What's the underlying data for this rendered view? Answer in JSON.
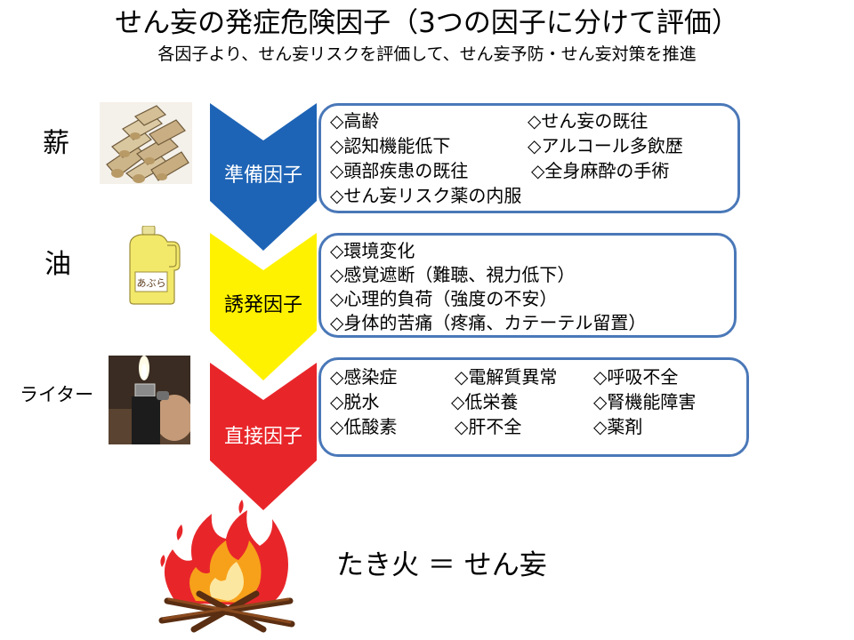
{
  "title": "せん妄の発症危険因子（3つの因子に分けて評価）",
  "subtitle": "各因子より、せん妄リスクを評価して、せん妄予防・せん妄対策を推進",
  "colors": {
    "predisposing_arrow": "#1e64b6",
    "precipitating_arrow": "#fff200",
    "direct_arrow": "#e8262a",
    "box_border": "#4a78b8"
  },
  "rows": [
    {
      "side_label": "薪",
      "image": "firewood-icon",
      "factor": "準備因子",
      "items": [
        "◇高齢",
        "◇せん妄の既往",
        "◇認知機能低下",
        "◇アルコール多飲歴",
        "◇頭部疾患の既往",
        "◇全身麻酔の手術",
        "◇せん妄リスク薬の内服"
      ]
    },
    {
      "side_label": "油",
      "image": "oil-bottle-icon",
      "bottle_label": "あぶら",
      "factor": "誘発因子",
      "items": [
        "◇環境変化",
        "◇感覚遮断（難聴、視力低下）",
        "◇心理的負荷（強度の不安）",
        "◇身体的苦痛（疼痛、カテーテル留置）"
      ]
    },
    {
      "side_label": "ライター",
      "image": "lighter-icon",
      "factor": "直接因子",
      "items": [
        "◇感染症",
        "◇電解質異常",
        "◇呼吸不全",
        "◇脱水",
        "◇低栄養",
        "◇腎機能障害",
        "◇低酸素",
        "◇肝不全",
        "◇薬剤"
      ]
    }
  ],
  "conclusion": {
    "image": "bonfire-icon",
    "text": "たき火 ＝ せん妄"
  }
}
